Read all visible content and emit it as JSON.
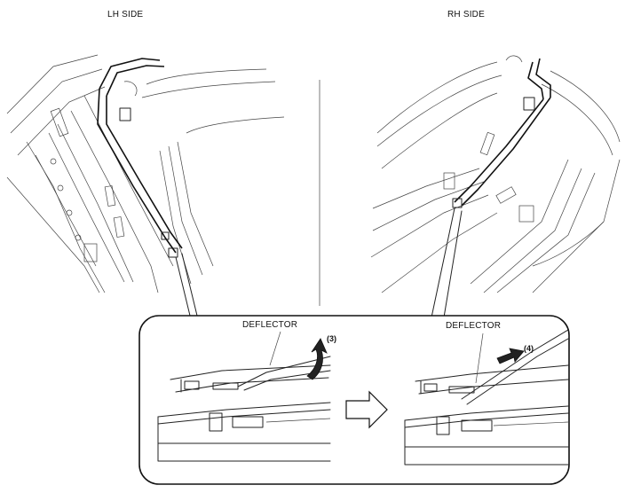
{
  "labels": {
    "lh_side": "LH SIDE",
    "rh_side": "RH SIDE",
    "deflector_left": "DEFLECTOR",
    "deflector_right": "DEFLECTOR",
    "step_3": "(3)",
    "step_4": "(4)"
  },
  "icons": {
    "flow_arrow": "right-arrow-icon",
    "lift_arrow": "curved-up-arrow-icon",
    "push_arrow": "straight-arrow-icon"
  }
}
